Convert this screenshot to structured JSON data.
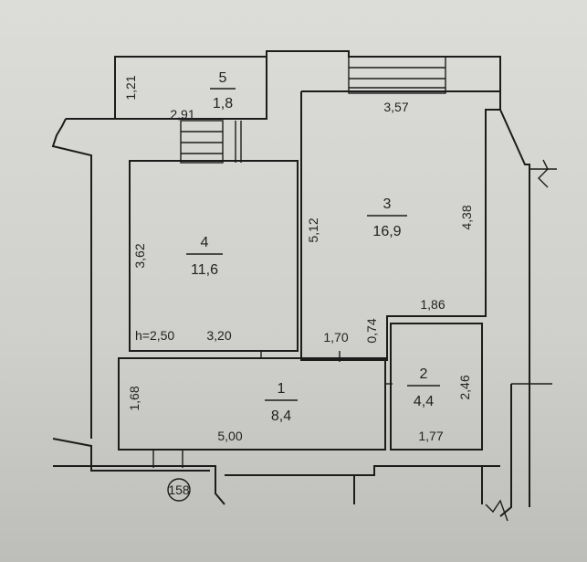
{
  "plan": {
    "rooms": [
      {
        "number": "1",
        "area": "8,4"
      },
      {
        "number": "2",
        "area": "4,4"
      },
      {
        "number": "3",
        "area": "16,9"
      },
      {
        "number": "4",
        "area": "11,6"
      },
      {
        "number": "5",
        "area": "1,8"
      }
    ],
    "dimensions": {
      "d_121": "1,21",
      "d_291": "2,91",
      "d_357": "3,57",
      "d_512": "5,12",
      "d_438": "4,38",
      "d_362": "3,62",
      "d_186": "1,86",
      "d_074": "0,74",
      "d_170": "1,70",
      "d_320": "3,20",
      "d_168": "1,68",
      "d_500": "5,00",
      "d_246": "2,46",
      "d_177": "1,77"
    },
    "height_label": "h=2,50",
    "building_number": "158"
  }
}
